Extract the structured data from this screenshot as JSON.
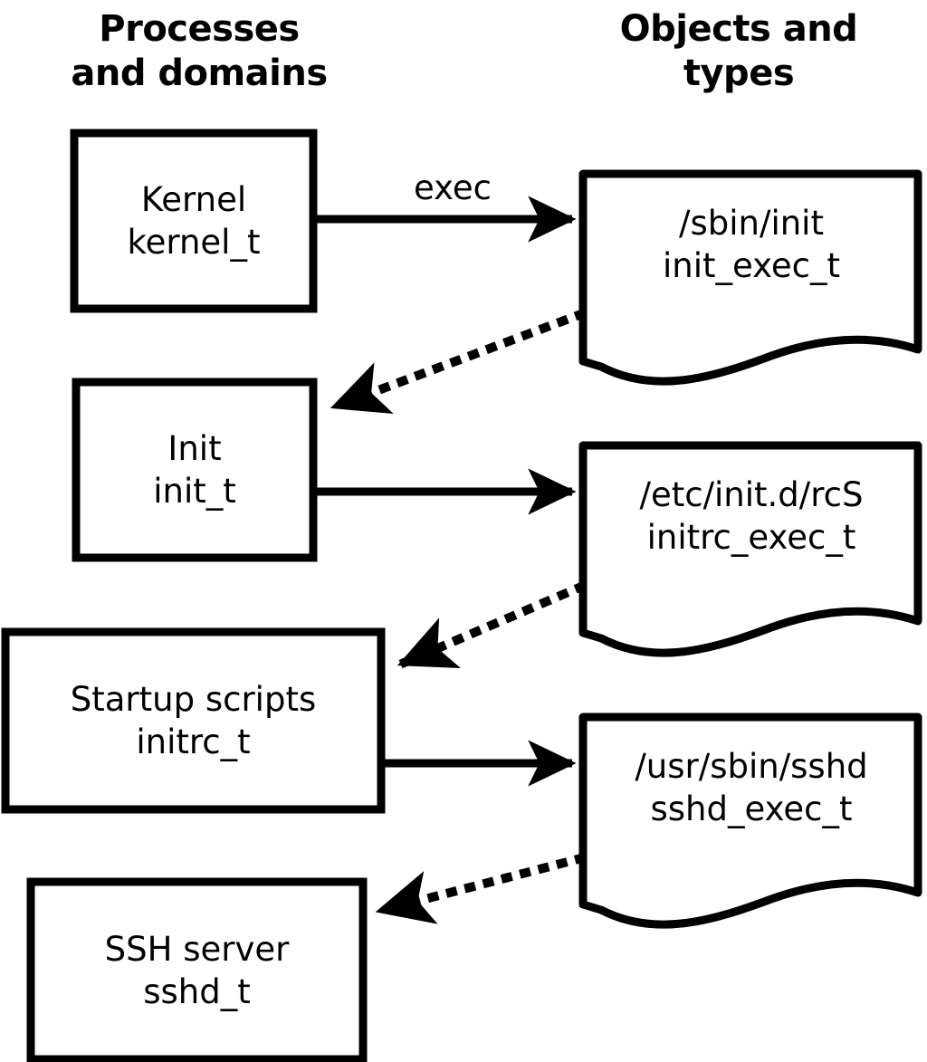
{
  "diagram": {
    "title_left": "Processes\nand domains",
    "title_right": "Objects and\ntypes",
    "stroke_color": "#000000",
    "fill_color": "#ffffff",
    "process_nodes": [
      {
        "id": "kernel",
        "line1": "Kernel",
        "line2": "kernel_t"
      },
      {
        "id": "init",
        "line1": "Init",
        "line2": "init_t"
      },
      {
        "id": "initrc",
        "line1": "Startup scripts",
        "line2": "initrc_t"
      },
      {
        "id": "sshd",
        "line1": "SSH server",
        "line2": "sshd_t"
      }
    ],
    "object_nodes": [
      {
        "id": "init-exec",
        "line1": "/sbin/init",
        "line2": "init_exec_t"
      },
      {
        "id": "initrc-exec",
        "line1": "/etc/init.d/rcS",
        "line2": "initrc_exec_t"
      },
      {
        "id": "sshd-exec",
        "line1": "/usr/sbin/sshd",
        "line2": "sshd_exec_t"
      }
    ],
    "edges": [
      {
        "id": "kernel-exec-init",
        "label": "exec",
        "style": "solid",
        "from": "kernel",
        "to": "init-exec"
      },
      {
        "id": "init-exec-to-init",
        "label": "",
        "style": "dotted",
        "from": "init-exec",
        "to": "init"
      },
      {
        "id": "init-exec-initrc",
        "label": "",
        "style": "solid",
        "from": "init",
        "to": "initrc-exec"
      },
      {
        "id": "initrc-exec-to-initrc",
        "label": "",
        "style": "dotted",
        "from": "initrc-exec",
        "to": "initrc"
      },
      {
        "id": "initrc-exec-sshd",
        "label": "",
        "style": "solid",
        "from": "initrc",
        "to": "sshd-exec"
      },
      {
        "id": "sshd-exec-to-sshd",
        "label": "",
        "style": "dotted",
        "from": "sshd-exec",
        "to": "sshd"
      }
    ]
  }
}
